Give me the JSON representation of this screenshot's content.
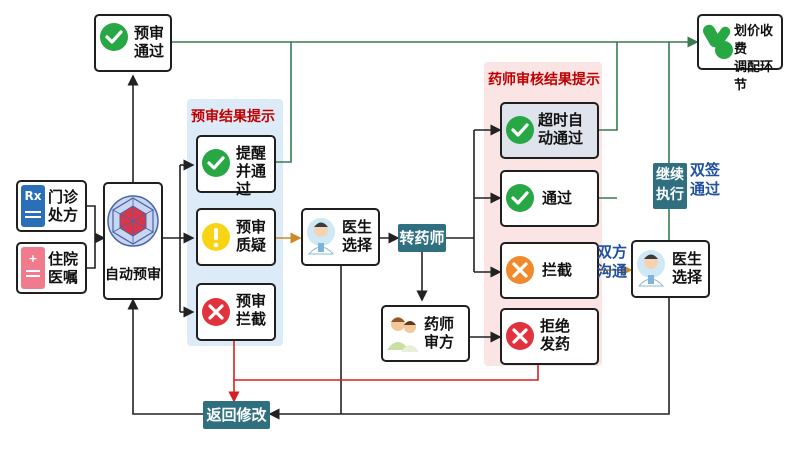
{
  "nodes": {
    "outpatient": "门诊\n处方",
    "inpatient": "住院\n医嘱",
    "auto_precheck": "自动预审",
    "precheck_pass": "预审\n通过",
    "billing": "划价收费\n调配环节",
    "remind_pass": "提醒\n并通过",
    "precheck_doubt": "预审\n质疑",
    "precheck_block": "预审\n拦截",
    "doctor_choice_1": "医生\n选择",
    "to_pharmacist": "转药师",
    "pharmacist_review": "药师\n审方",
    "timeout_pass": "超时自\n动通过",
    "pass": "通过",
    "block": "拦截",
    "refuse": "拒绝\n发药",
    "doctor_choice_2": "医生\n选择",
    "return_modify": "返回修改",
    "continue_exec": "继续\n执行",
    "double_sign": "双签\n通过",
    "two_way": "双方\n沟通",
    "rx_icon_text": "Rx"
  },
  "panels": {
    "precheck_result_title": "预审结果提示",
    "pharmacist_result_title": "药师审核结果提示"
  },
  "colors": {
    "green_check": "#27a844",
    "yellow_warn": "#f7d515",
    "red_x": "#e0333d",
    "orange_x": "#f08a2c",
    "teal": "#2f6f7f",
    "line_dark": "#222222",
    "line_green": "#3a7a4e",
    "line_red": "#d62020",
    "line_orange": "#c98a2a",
    "panel_blue": "#dcebf7",
    "panel_pink": "#fbe4e4"
  }
}
